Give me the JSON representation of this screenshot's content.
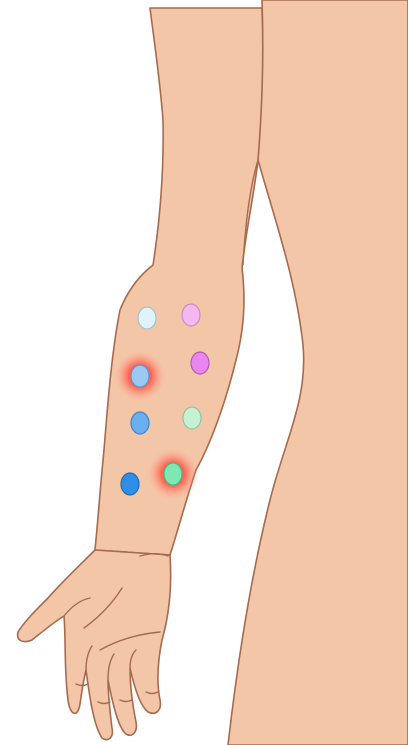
{
  "colors": {
    "background": "#ffffff",
    "skin": "#f4c6a8",
    "outline": "#a66a50",
    "reaction_glow": "#ff2a2a"
  },
  "test_sites": [
    {
      "name": "test-site-1",
      "fill": "#e2f2fa",
      "stroke": "#9fc3d6",
      "reaction": false
    },
    {
      "name": "test-site-2",
      "fill": "#f4b8ee",
      "stroke": "#c98cc2",
      "reaction": false
    },
    {
      "name": "test-site-3",
      "fill": "#9cc8f4",
      "stroke": "#5f95cf",
      "reaction": true
    },
    {
      "name": "test-site-4",
      "fill": "#ea86ef",
      "stroke": "#b15cb6",
      "reaction": false
    },
    {
      "name": "test-site-5",
      "fill": "#6aaff0",
      "stroke": "#3f84cc",
      "reaction": false
    },
    {
      "name": "test-site-6",
      "fill": "#c8f0d2",
      "stroke": "#8fc4a0",
      "reaction": false
    },
    {
      "name": "test-site-7",
      "fill": "#2f8fe6",
      "stroke": "#1f6bb6",
      "reaction": false
    },
    {
      "name": "test-site-8",
      "fill": "#7de8b2",
      "stroke": "#47b783",
      "reaction": true
    }
  ]
}
